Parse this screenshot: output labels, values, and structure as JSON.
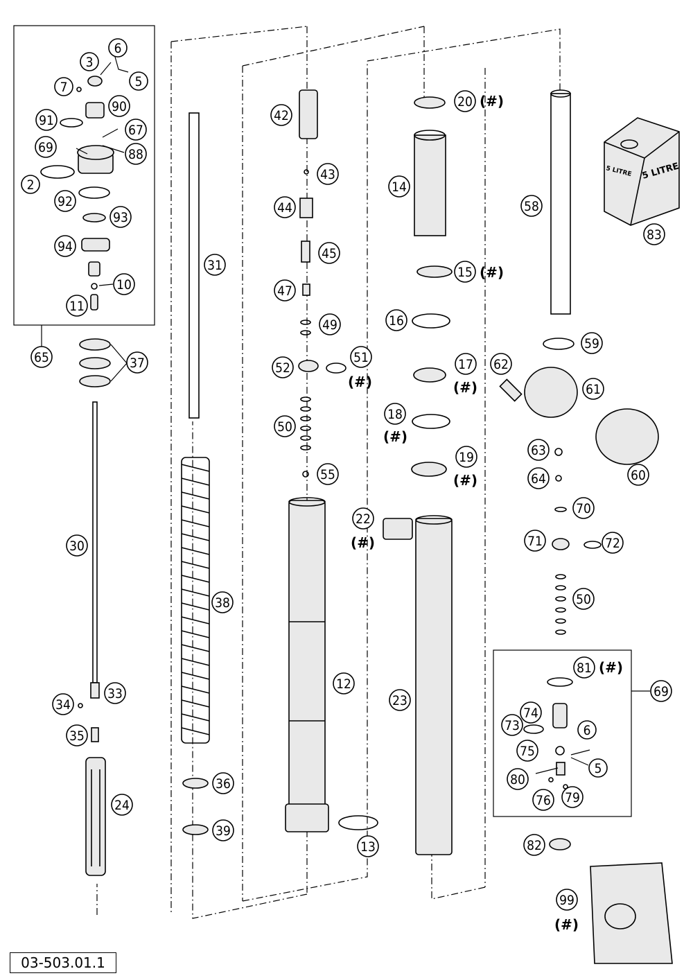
{
  "drawing_number": "03-503.01.1",
  "hash_mark": "(#)",
  "can_label_left": "5 LITRE",
  "can_label_right": "5 LITRE",
  "callouts": {
    "c2": "2",
    "c3": "3",
    "c5a": "5",
    "c6a": "6",
    "c7": "7",
    "c10": "10",
    "c11": "11",
    "c12": "12",
    "c13": "13",
    "c14": "14",
    "c15": "15",
    "c16": "16",
    "c17": "17",
    "c18": "18",
    "c19": "19",
    "c20": "20",
    "c22": "22",
    "c23": "23",
    "c24": "24",
    "c30": "30",
    "c31": "31",
    "c33": "33",
    "c34": "34",
    "c35": "35",
    "c36": "36",
    "c37": "37",
    "c38": "38",
    "c39": "39",
    "c42": "42",
    "c43": "43",
    "c44": "44",
    "c45": "45",
    "c47": "47",
    "c49": "49",
    "c50a": "50",
    "c50b": "50",
    "c51": "51",
    "c52": "52",
    "c55": "55",
    "c58": "58",
    "c59": "59",
    "c60": "60",
    "c61": "61",
    "c62": "62",
    "c63": "63",
    "c64": "64",
    "c65": "65",
    "c67": "67",
    "c69a": "69",
    "c69b": "69",
    "c70": "70",
    "c71": "71",
    "c72": "72",
    "c73": "73",
    "c74": "74",
    "c75": "75",
    "c76": "76",
    "c79": "79",
    "c80": "80",
    "c81": "81",
    "c82": "82",
    "c83": "83",
    "c88": "88",
    "c90": "90",
    "c91": "91",
    "c92": "92",
    "c93": "93",
    "c94": "94",
    "c99": "99",
    "c5b": "5",
    "c6b": "6"
  }
}
